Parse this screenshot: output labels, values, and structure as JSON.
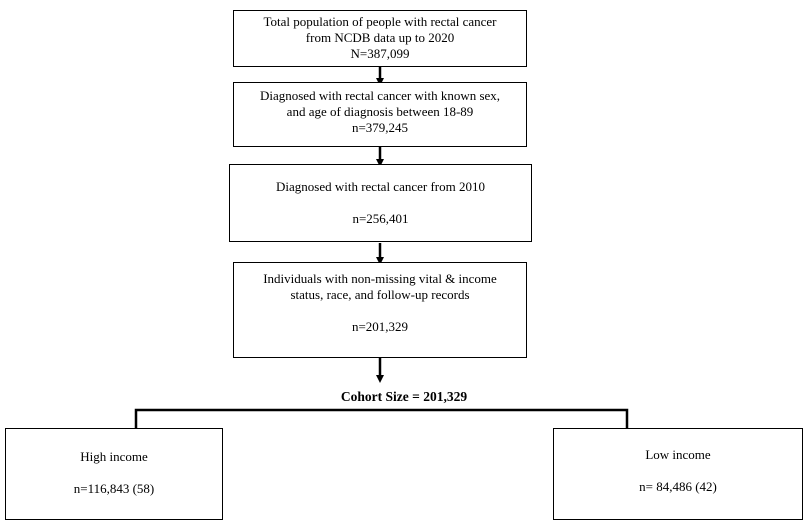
{
  "flow": {
    "box1": {
      "line1": "Total population of people with rectal cancer",
      "line2": "from NCDB data up to 2020",
      "count": "N=387,099"
    },
    "box2": {
      "line1": "Diagnosed with rectal cancer with known sex,",
      "line2": "and age of diagnosis between 18-89",
      "count": "n=379,245"
    },
    "box3": {
      "line1": "Diagnosed with rectal cancer from 2010",
      "count": "n=256,401"
    },
    "box4": {
      "line1": "Individuals with non-missing  vital & income",
      "line2": "status, race, and follow-up records",
      "count": "n=201,329"
    },
    "cohort_label": "Cohort Size = 201,329",
    "high_income": {
      "label": "High income",
      "count": "n=116,843  (58)"
    },
    "low_income": {
      "label": "Low income",
      "count": "n= 84,486 (42)"
    }
  },
  "colors": {
    "line": "#000000",
    "box_fill": "#ffffff"
  }
}
